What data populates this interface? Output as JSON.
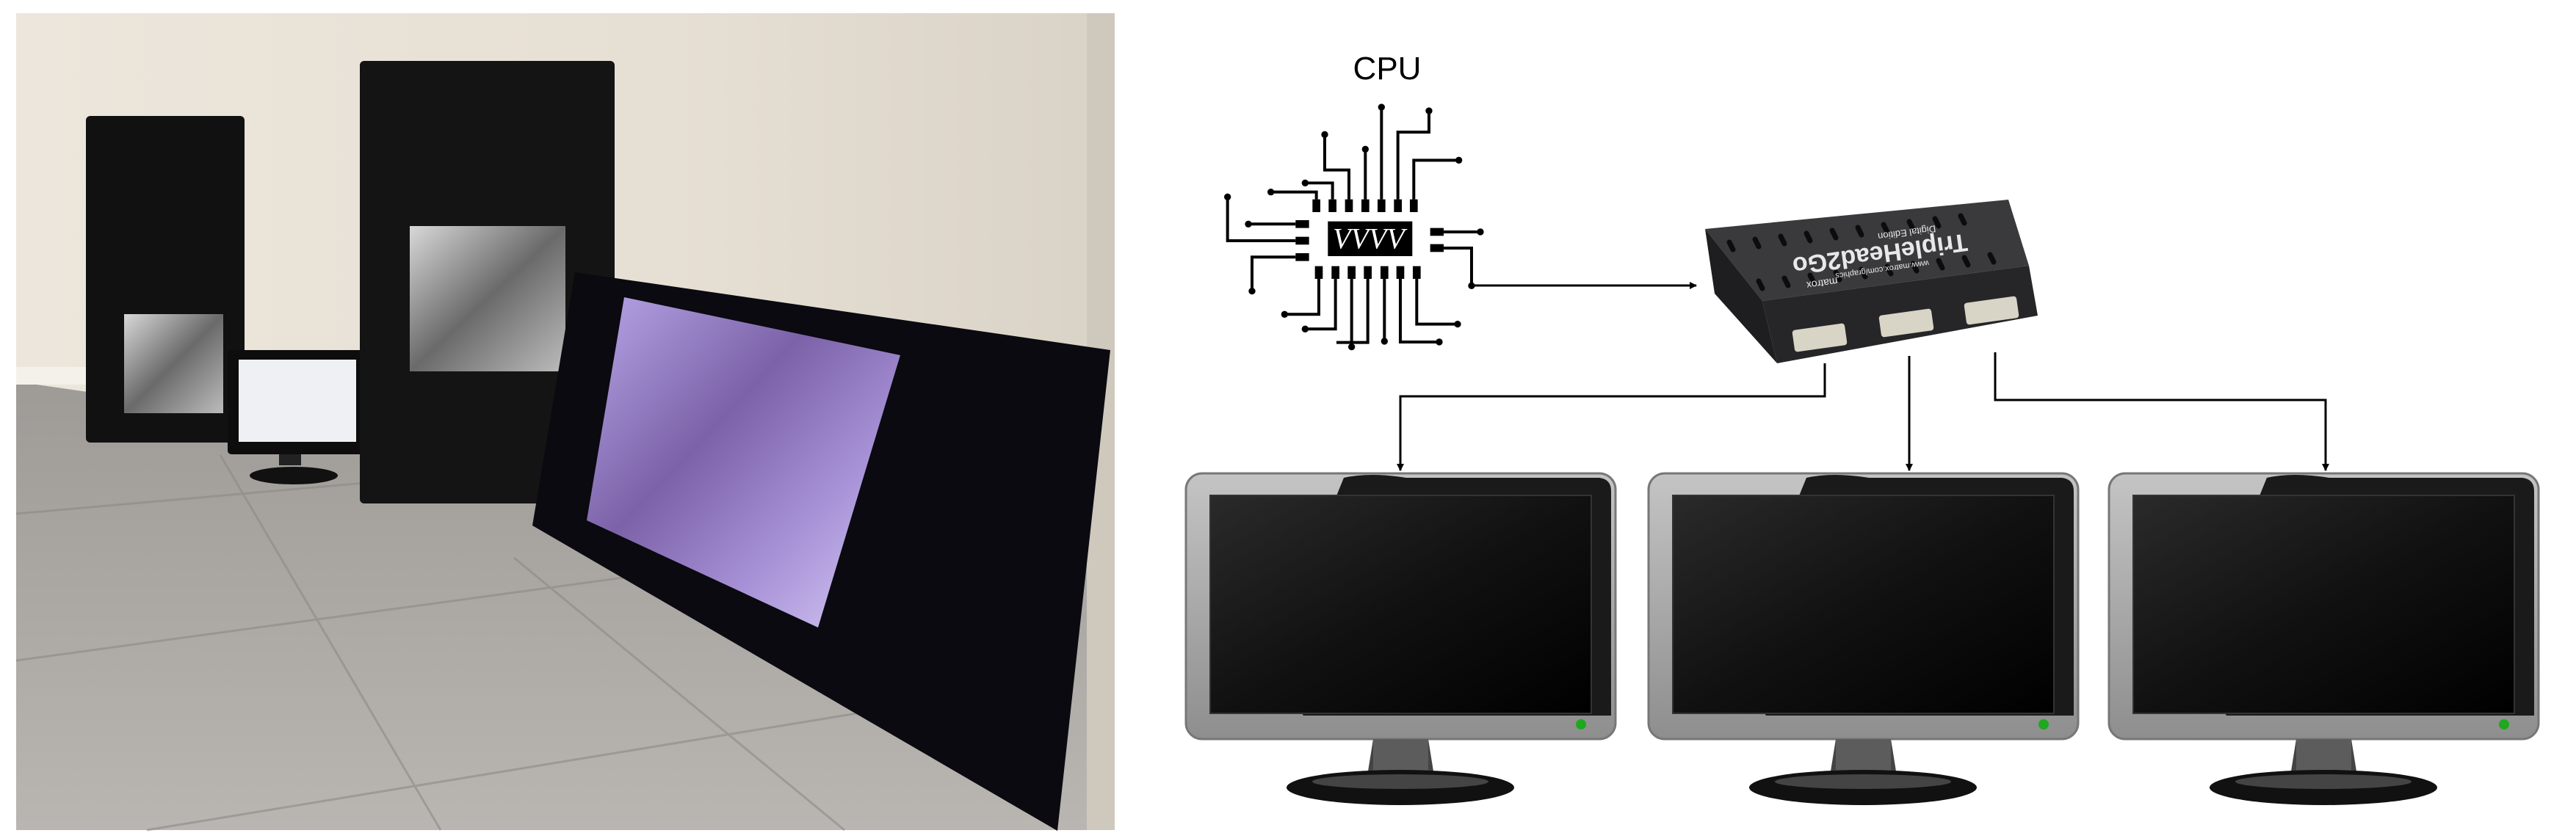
{
  "figure": {
    "photo": {
      "subject": "photo"
    },
    "diagram": {
      "cpu_label": "CPU",
      "splitter": {
        "brand": "matrox",
        "model": "TripleHead2Go",
        "edition": "Digital Edition",
        "website": "www.matrox.com/graphics"
      },
      "monitor_count": 3
    }
  },
  "colors": {
    "line": "#000000",
    "bezel": "#a6a6a6",
    "led": "#1fa81f",
    "device": "#2b2b2d"
  }
}
